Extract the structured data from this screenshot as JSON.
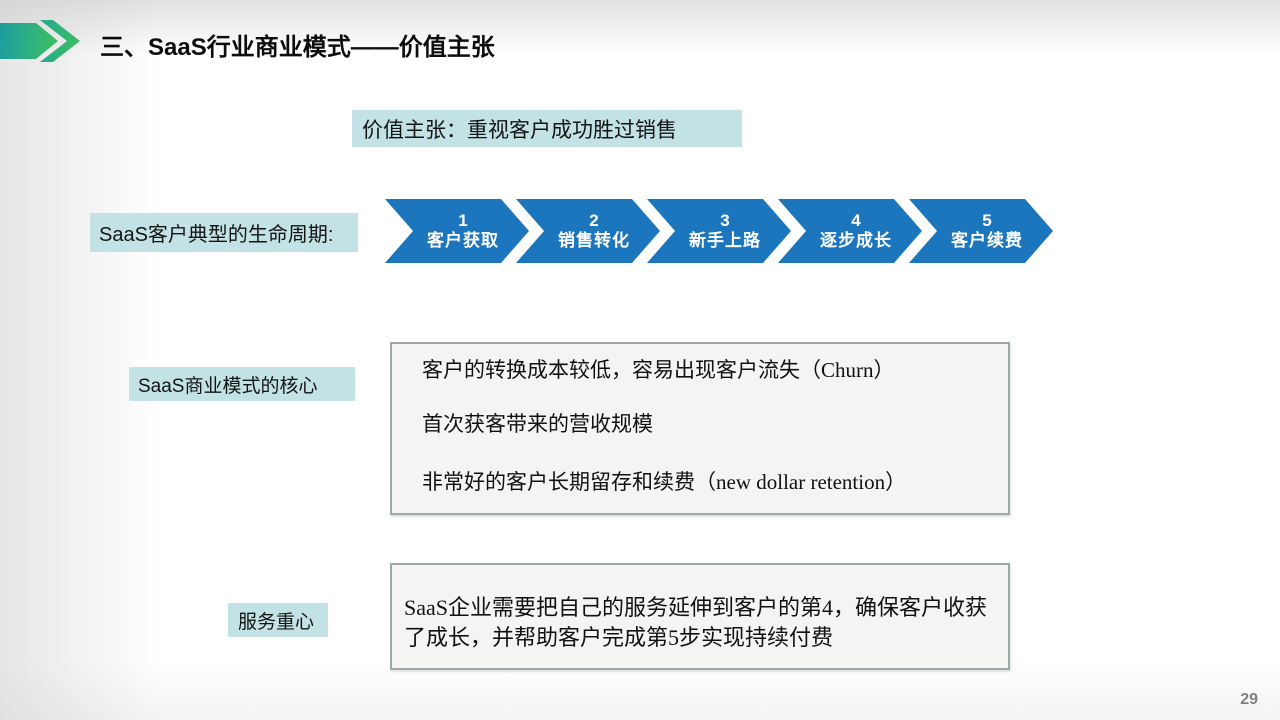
{
  "header": {
    "title": "三、SaaS行业商业模式——价值主张"
  },
  "value_proposition": {
    "text": "价值主张：重视客户成功胜过销售"
  },
  "lifecycle": {
    "label": "SaaS客户典型的生命周期:",
    "stages": [
      {
        "number": "1",
        "name": "客户获取"
      },
      {
        "number": "2",
        "name": "销售转化"
      },
      {
        "number": "3",
        "name": "新手上路"
      },
      {
        "number": "4",
        "name": "逐步成长"
      },
      {
        "number": "5",
        "name": "客户续费"
      }
    ]
  },
  "core": {
    "label": "SaaS商业模式的核心",
    "points": [
      "客户的转换成本较低，容易出现客户流失（Churn）",
      "首次获客带来的营收规模",
      "非常好的客户长期留存和续费（new dollar retention）"
    ]
  },
  "service": {
    "label": "服务重心",
    "text": "SaaS企业需要把自己的服务延伸到客户的第4，确保客户收获了成长，并帮助客户完成第5步实现持续付费"
  },
  "footer": {
    "page_number": "29"
  },
  "colors": {
    "chevron_blue": "#1C76BE",
    "label_cyan": "#C3E2E5",
    "logo_teal": "#1C9C9F",
    "logo_green": "#3FBE5F",
    "box_border_gray": "#9DA8A9"
  }
}
